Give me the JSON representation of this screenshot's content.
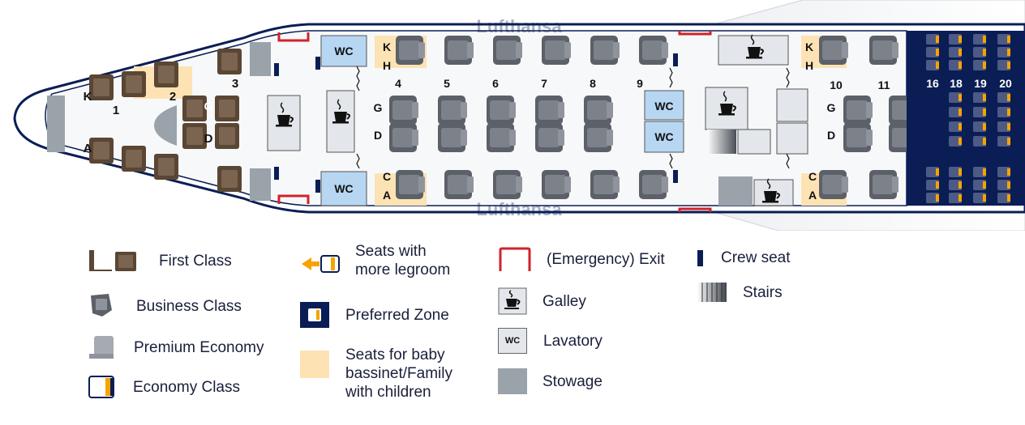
{
  "seatmap": {
    "rows_first": [
      "1",
      "2",
      "3"
    ],
    "rows_business_front": [
      "4",
      "5",
      "6",
      "7",
      "8",
      "9"
    ],
    "rows_business_rear": [
      "10",
      "11"
    ],
    "rows_economy": [
      "16",
      "18",
      "19",
      "20"
    ],
    "letters_first": {
      "k": "K",
      "g": "G",
      "d": "D",
      "a": "A"
    },
    "letters_front": {
      "k": "K",
      "h": "H",
      "g": "G",
      "d": "D",
      "c": "C",
      "a": "A"
    },
    "letters_rear": {
      "k": "K",
      "h": "H",
      "g": "G",
      "d": "D",
      "c": "C",
      "a": "A"
    },
    "wc_label": "WC",
    "brand_text": "Lufthansa"
  },
  "legend": {
    "first_class": "First Class",
    "business_class": "Business Class",
    "premium_economy": "Premium Economy",
    "economy_class": "Economy Class",
    "legroom_line1": "Seats with",
    "legroom_line2": "more legroom",
    "preferred_zone": "Preferred Zone",
    "bassinet_line1": "Seats for baby",
    "bassinet_line2": "bassinet/Family",
    "bassinet_line3": "with children",
    "exit": "(Emergency) Exit",
    "galley": "Galley",
    "lavatory": "Lavatory",
    "lavatory_icon_text": "WC",
    "stowage": "Stowage",
    "crew_seat": "Crew seat",
    "stairs": "Stairs"
  },
  "colors": {
    "navy": "#0a1d55",
    "seat_dark": "#5c6068",
    "seat_light": "#8f949c",
    "first_wood": "#5a4634",
    "bassinet": "#fde3b3",
    "wc": "#b7d6f2",
    "galley_bg": "#e3e6ea",
    "stowage": "#9aa2aa",
    "exit": "#d0232a",
    "accent": "#f5a300"
  },
  "icons": {
    "galley": "coffee-cup-icon",
    "legroom": "arrow-left-icon",
    "stairs": "stairs-icon"
  }
}
